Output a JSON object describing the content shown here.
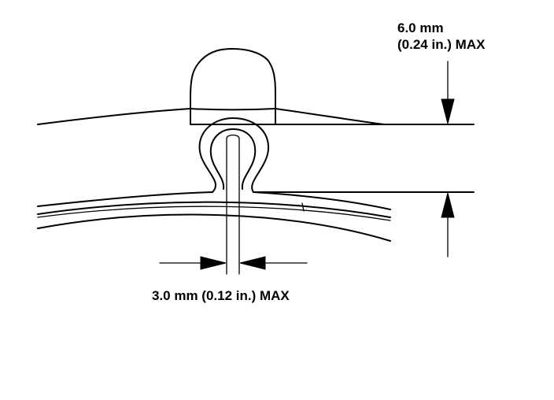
{
  "labels": {
    "height_value": "6.0 mm",
    "height_max": "(0.24 in.) MAX",
    "width_max": "3.0 mm (0.12 in.) MAX"
  }
}
